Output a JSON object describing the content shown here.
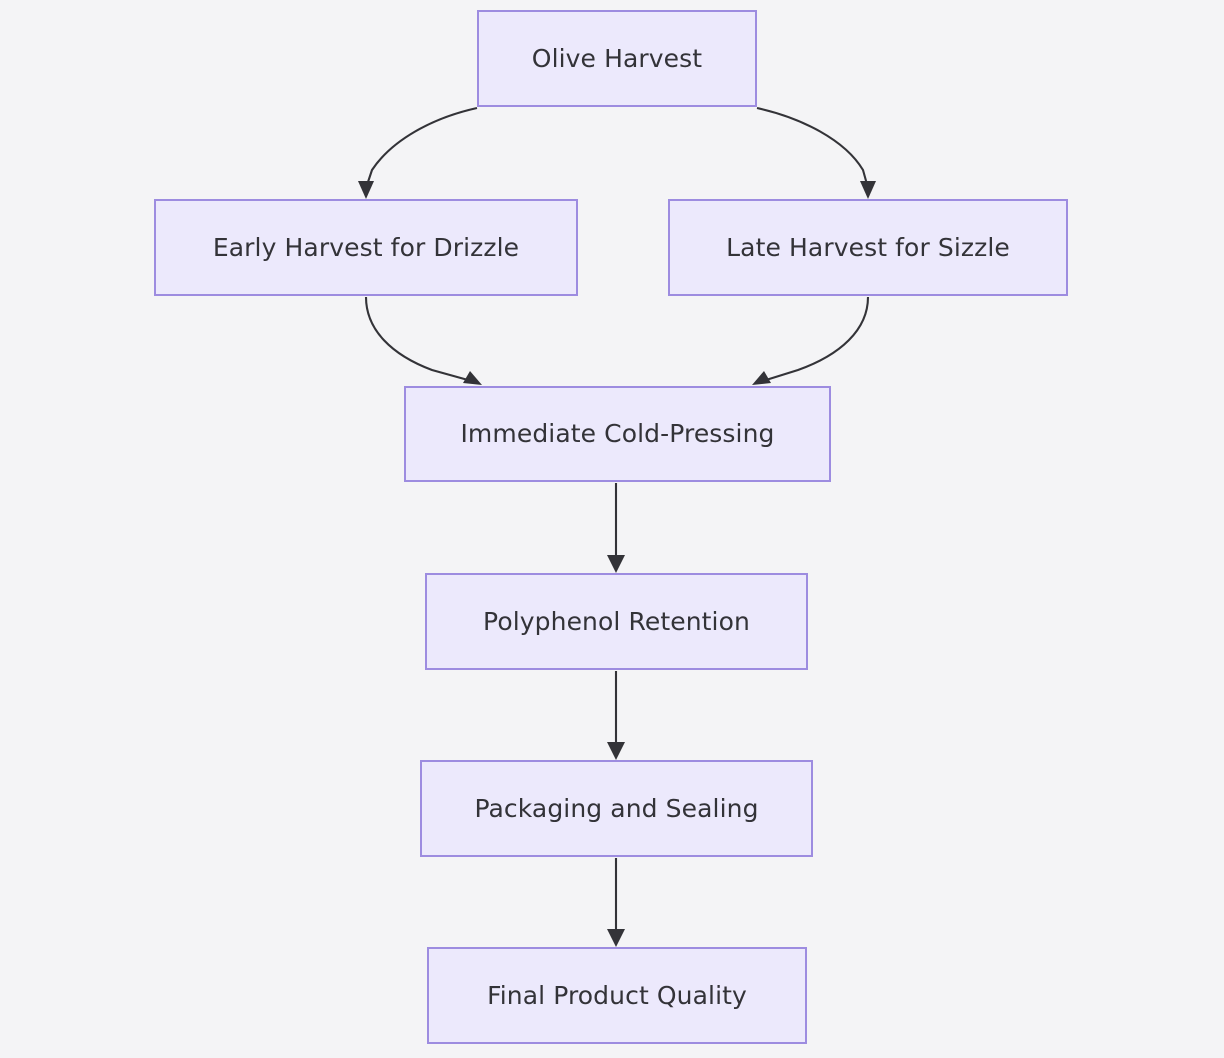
{
  "diagram": {
    "type": "flowchart",
    "direction": "top-to-bottom",
    "background_color": "#f4f4f6",
    "node_fill_color": "#ece9fc",
    "node_border_color": "#9d8ce0",
    "node_text_color": "#333338",
    "edge_color": "#333338",
    "nodes": [
      {
        "id": "olive_harvest",
        "label": "Olive Harvest"
      },
      {
        "id": "early_harvest",
        "label": "Early Harvest for Drizzle"
      },
      {
        "id": "late_harvest",
        "label": "Late Harvest for Sizzle"
      },
      {
        "id": "cold_pressing",
        "label": "Immediate Cold-Pressing"
      },
      {
        "id": "polyphenol_retention",
        "label": "Polyphenol Retention"
      },
      {
        "id": "packaging_sealing",
        "label": "Packaging and Sealing"
      },
      {
        "id": "final_quality",
        "label": "Final Product Quality"
      }
    ],
    "edges": [
      {
        "from": "olive_harvest",
        "to": "early_harvest",
        "style": "curved",
        "label": ""
      },
      {
        "from": "olive_harvest",
        "to": "late_harvest",
        "style": "curved",
        "label": ""
      },
      {
        "from": "early_harvest",
        "to": "cold_pressing",
        "style": "curved",
        "label": ""
      },
      {
        "from": "late_harvest",
        "to": "cold_pressing",
        "style": "curved",
        "label": ""
      },
      {
        "from": "cold_pressing",
        "to": "polyphenol_retention",
        "style": "straight",
        "label": ""
      },
      {
        "from": "polyphenol_retention",
        "to": "packaging_sealing",
        "style": "straight",
        "label": ""
      },
      {
        "from": "packaging_sealing",
        "to": "final_quality",
        "style": "straight",
        "label": ""
      }
    ]
  }
}
